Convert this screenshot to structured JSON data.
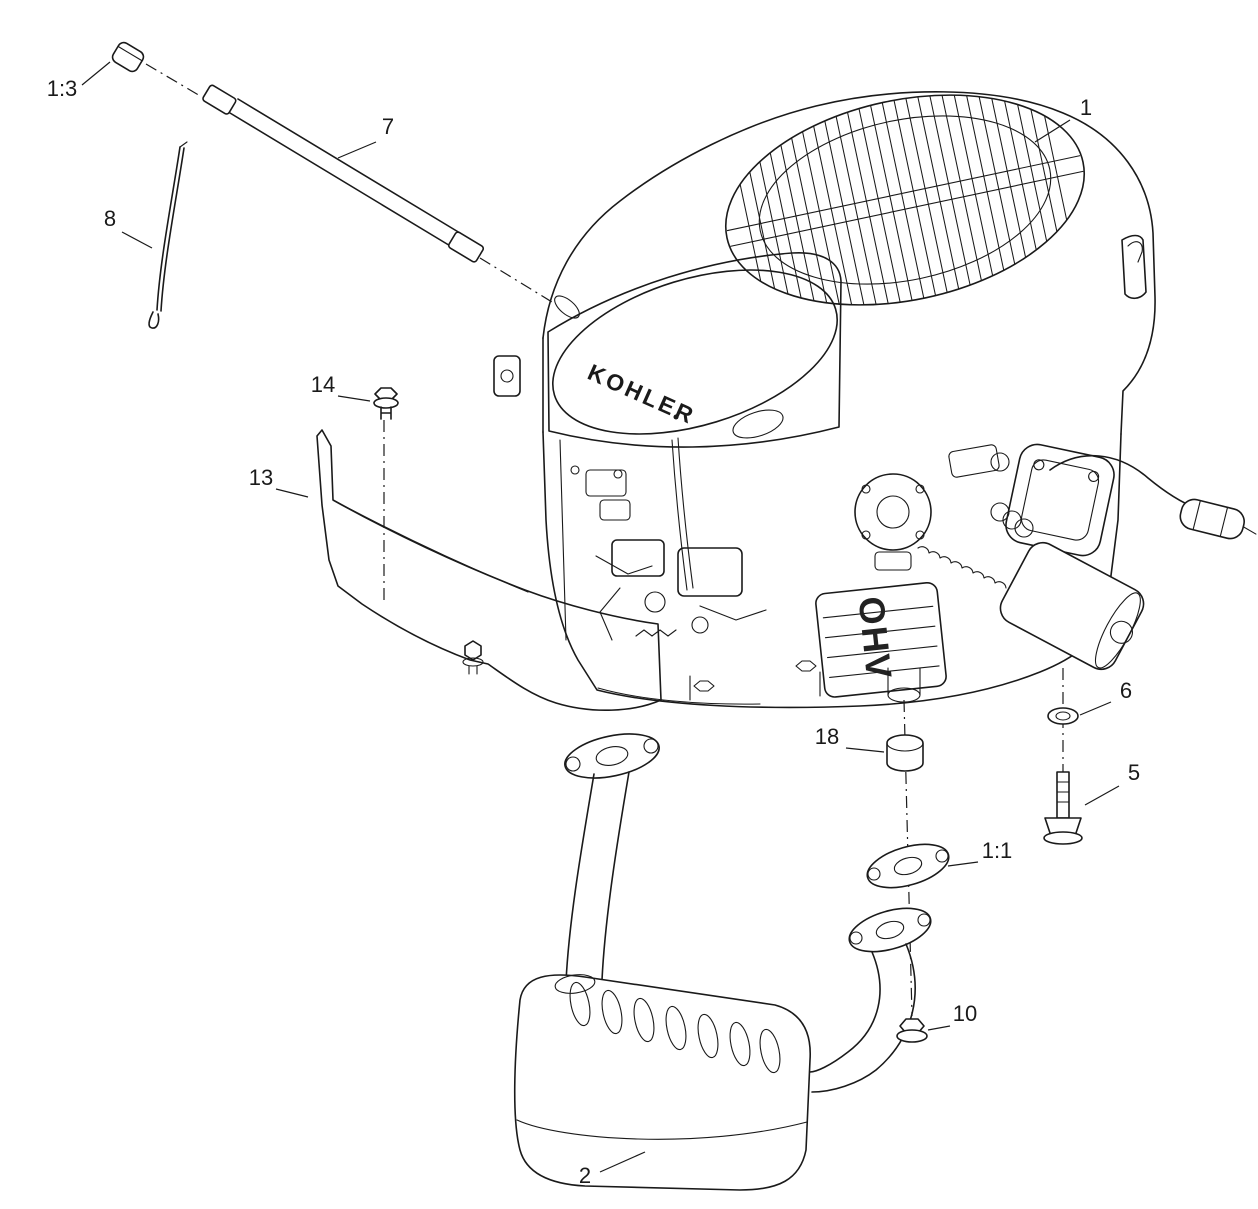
{
  "figure": {
    "brand_text": "KOHLER",
    "engine_marking": "OHV",
    "line_color": "#1a1a1a",
    "background_color": "#ffffff"
  },
  "callouts": {
    "c1": "1",
    "c2": "2",
    "c5": "5",
    "c6": "6",
    "c7": "7",
    "c8": "8",
    "c10": "10",
    "c13": "13",
    "c14": "14",
    "c18": "18",
    "c1_1": "1:1",
    "c1_3": "1:3"
  }
}
